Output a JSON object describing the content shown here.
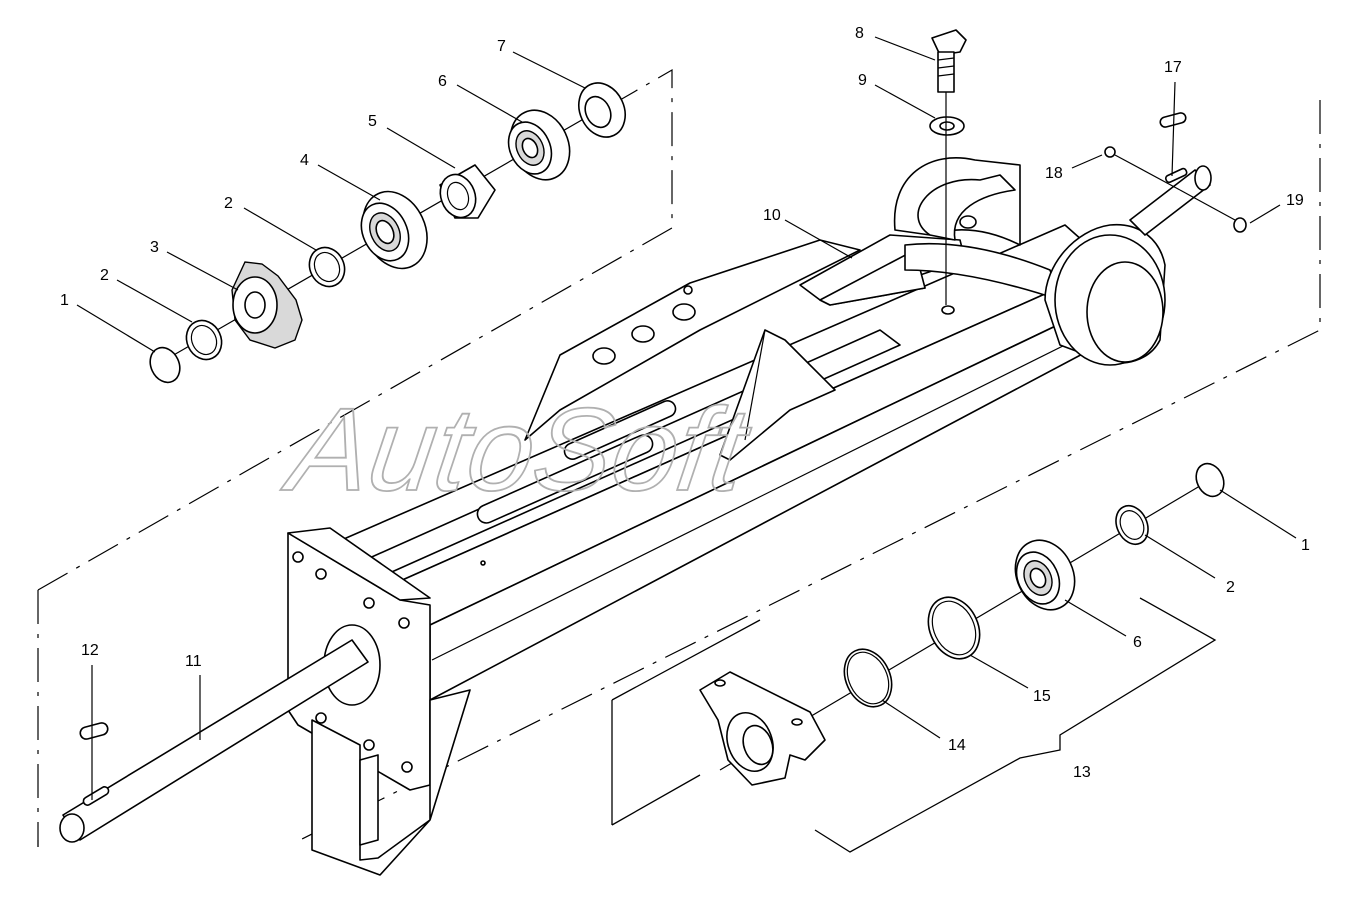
{
  "watermark": "AutoSoft",
  "callouts": {
    "c1a": "1",
    "c2a": "2",
    "c3": "3",
    "c2b": "2",
    "c4": "4",
    "c5": "5",
    "c6a": "6",
    "c7": "7",
    "c8": "8",
    "c9": "9",
    "c10": "10",
    "c11": "11",
    "c12": "12",
    "c13": "13",
    "c14": "14",
    "c15": "15",
    "c6b": "6",
    "c2c": "2",
    "c1b": "1",
    "c17": "17",
    "c18": "18",
    "c19": "19"
  }
}
